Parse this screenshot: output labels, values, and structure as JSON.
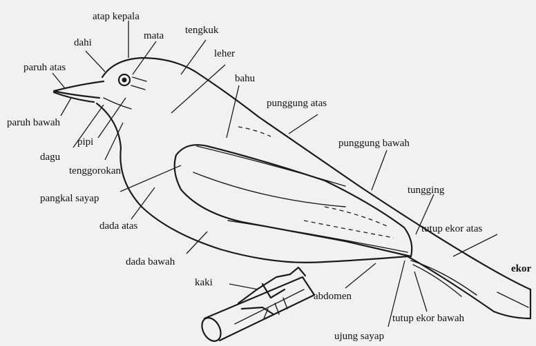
{
  "labels": {
    "atap_kepala": "atap kepala",
    "mata": "mata",
    "tengkuk": "tengkuk",
    "dahi": "dahi",
    "leher": "leher",
    "paruh_atas": "paruh atas",
    "bahu": "bahu",
    "paruh_bawah": "paruh bawah",
    "punggung_atas": "punggung atas",
    "pipi": "pipi",
    "dagu": "dagu",
    "punggung_bawah": "punggung bawah",
    "tenggorokan": "tenggorokan",
    "pangkal_sayap": "pangkal sayap",
    "tungging": "tungging",
    "dada_atas": "dada atas",
    "tutup_ekor_atas": "tutup ekor atas",
    "dada_bawah": "dada bawah",
    "ekor": "ekor",
    "kaki": "kaki",
    "abdomen": "abdomen",
    "tutup_ekor_bawah": "tutup ekor bawah",
    "ujung_sayap": "ujung sayap"
  },
  "colors": {
    "background": "#f1f1ef",
    "ink": "#1a1a1a"
  }
}
